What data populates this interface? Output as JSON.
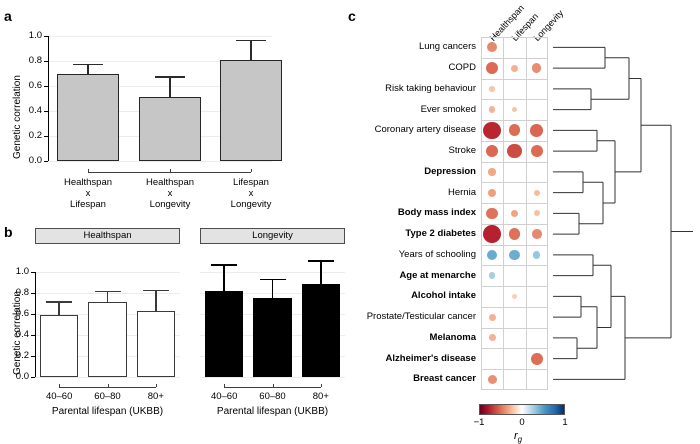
{
  "figure": {
    "panels": [
      "a",
      "b",
      "c"
    ]
  },
  "panel_a": {
    "letter": "a",
    "ylabel": "Genetic correlation",
    "yticks": [
      "0.0",
      "0.2",
      "0.4",
      "0.6",
      "0.8",
      "1.0"
    ],
    "chart_data": {
      "type": "bar",
      "title": "",
      "xlabel": "",
      "ylabel": "Genetic correlation",
      "ylim": [
        0,
        1.0
      ],
      "grid": true,
      "categories": [
        "Healthspan\nx\nLifespan",
        "Healthspan\nx\nLongevity",
        "Lifespan\nx\nLongevity"
      ],
      "category_lines": [
        [
          "Healthspan",
          "x",
          "Lifespan"
        ],
        [
          "Healthspan",
          "x",
          "Longevity"
        ],
        [
          "Lifespan",
          "x",
          "Longevity"
        ]
      ],
      "values": [
        0.7,
        0.51,
        0.81
      ],
      "errors_upper": [
        0.78,
        0.68,
        0.97
      ],
      "bar_color": "#c6c6c6"
    }
  },
  "panel_b": {
    "letter": "b",
    "ylabel": "Genetic correlation",
    "xlabel": "Parental lifespan (UKBB)",
    "yticks": [
      "0.0",
      "0.2",
      "0.4",
      "0.6",
      "0.8",
      "1.0"
    ],
    "facets": [
      "Healthspan",
      "Longevity"
    ],
    "chart_data": {
      "type": "bar",
      "title": "",
      "xlabel": "Parental lifespan (UKBB)",
      "ylabel": "Genetic correlation",
      "ylim": [
        0,
        1.0
      ],
      "grid": true,
      "categories": [
        "40–60",
        "60–80",
        "80+"
      ],
      "series": [
        {
          "name": "Healthspan",
          "values": [
            0.59,
            0.71,
            0.63
          ],
          "errors_upper": [
            0.72,
            0.82,
            0.83
          ],
          "bar_color": "#ffffff"
        },
        {
          "name": "Longevity",
          "values": [
            0.82,
            0.75,
            0.88
          ],
          "errors_upper": [
            1.07,
            0.93,
            1.11
          ],
          "bar_color": "#000000"
        }
      ]
    }
  },
  "panel_c": {
    "letter": "c",
    "legend": {
      "title": "rg",
      "title_main": "r",
      "title_sub": "g",
      "ticks": [
        "−1",
        "0",
        "1"
      ],
      "color_low": "#67001f",
      "color_mid": "#ffffff",
      "color_high": "#053061"
    },
    "chart_data": {
      "type": "heatmap",
      "title": "",
      "columns": [
        "Healthspan",
        "Lifespan",
        "Longevity"
      ],
      "rows": [
        {
          "label": "Lung cancers",
          "bold": false,
          "values": [
            0.36,
            null,
            null
          ]
        },
        {
          "label": "COPD",
          "bold": false,
          "values": [
            0.46,
            0.22,
            0.34
          ]
        },
        {
          "label": "Risk taking behaviour",
          "bold": false,
          "values": [
            0.16,
            null,
            null
          ]
        },
        {
          "label": "Ever smoked",
          "bold": false,
          "values": [
            0.21,
            0.17,
            null
          ]
        },
        {
          "label": "Coronary artery disease",
          "bold": false,
          "values": [
            0.7,
            0.45,
            0.48
          ]
        },
        {
          "label": "Stroke",
          "bold": false,
          "values": [
            0.47,
            0.57,
            0.46
          ]
        },
        {
          "label": "Depression",
          "bold": true,
          "values": [
            0.25,
            null,
            null
          ]
        },
        {
          "label": "Hernia",
          "bold": false,
          "values": [
            0.27,
            null,
            0.19
          ]
        },
        {
          "label": "Body mass index",
          "bold": true,
          "values": [
            0.43,
            0.26,
            0.18
          ]
        },
        {
          "label": "Type 2 diabetes",
          "bold": true,
          "values": [
            0.72,
            0.44,
            0.35
          ]
        },
        {
          "label": "Years of schooling",
          "bold": false,
          "values": [
            -0.38,
            -0.37,
            -0.24
          ]
        },
        {
          "label": "Age at menarche",
          "bold": true,
          "values": [
            -0.21,
            null,
            null
          ]
        },
        {
          "label": "Alcohol intake",
          "bold": true,
          "values": [
            null,
            0.14,
            null
          ]
        },
        {
          "label": "Prostate/Testicular cancer",
          "bold": false,
          "values": [
            0.22,
            null,
            null
          ]
        },
        {
          "label": "Melanoma",
          "bold": true,
          "values": [
            0.22,
            null,
            null
          ]
        },
        {
          "label": "Alzheimer's disease",
          "bold": true,
          "values": [
            null,
            null,
            0.45
          ]
        },
        {
          "label": "Breast cancer",
          "bold": true,
          "values": [
            0.33,
            null,
            null
          ]
        }
      ],
      "dendrogram": "hierarchical clustering of 17 traits, right of heatmap"
    }
  }
}
